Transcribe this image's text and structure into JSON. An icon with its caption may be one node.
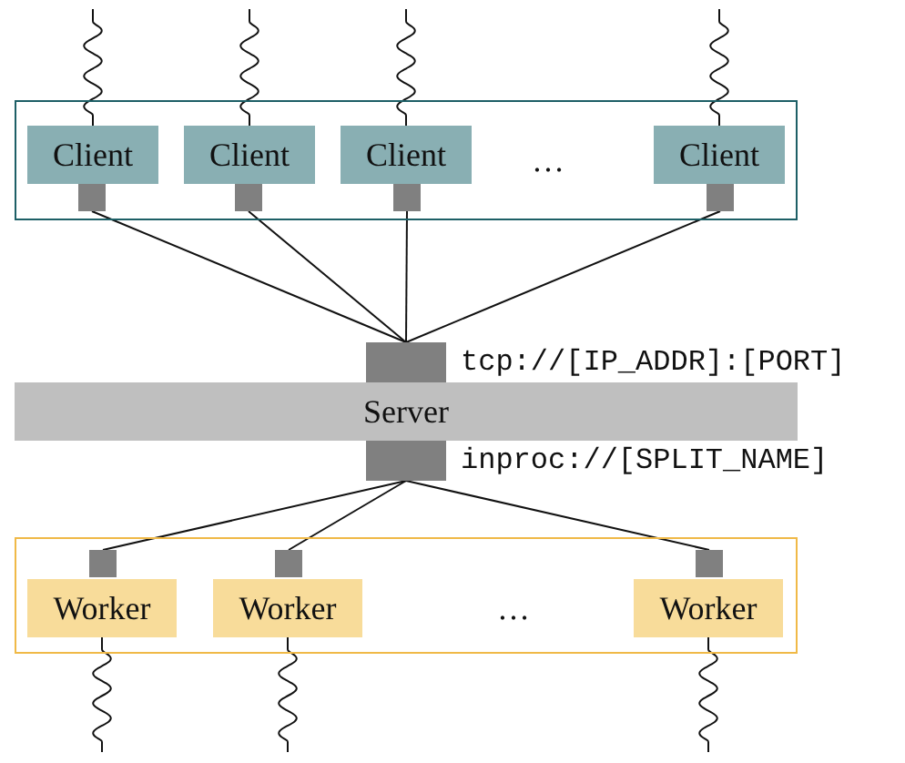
{
  "diagram": {
    "nodes": [
      {
        "text": [],
        "shape": "box"
      },
      {
        "text": [
          "Client"
        ],
        "in": 0
      },
      {
        "text": [
          "Client"
        ],
        "in": 0
      },
      {
        "text": [
          "Client"
        ],
        "in": 0
      },
      {
        "text": [
          "Client"
        ],
        "in": 0
      },
      {
        "text": [],
        "shape": "box",
        "in": 0
      },
      {
        "text": [],
        "shape": "box",
        "in": 0
      },
      {
        "text": [],
        "shape": "box",
        "in": 0
      },
      {
        "text": [],
        "shape": "box",
        "in": 0
      },
      {
        "text": [],
        "shape": "box",
        "beside": [
          "tcp://[IP_ADDR]:[PORT]"
        ]
      },
      {
        "text": [
          "Server"
        ]
      },
      {
        "text": [],
        "shape": "box",
        "beside": [
          "inproc://[SPLIT_NAME]"
        ]
      },
      {
        "text": [],
        "shape": "box"
      },
      {
        "text": [],
        "shape": "box",
        "in": 12
      },
      {
        "text": [],
        "shape": "box",
        "in": 12
      },
      {
        "text": [],
        "shape": "box",
        "in": 12
      },
      {
        "text": [
          "Worker"
        ],
        "in": 12
      },
      {
        "text": [
          "Worker"
        ],
        "in": 12
      },
      {
        "text": [
          "Worker"
        ],
        "in": 12
      }
    ],
    "edges": [
      {
        "from": null,
        "to": 1,
        "arrow": "none"
      },
      {
        "from": null,
        "to": 2,
        "arrow": "none"
      },
      {
        "from": null,
        "to": 3,
        "arrow": "none"
      },
      {
        "from": null,
        "to": 4,
        "arrow": "none"
      },
      {
        "from": 5,
        "to": 9,
        "arrow": "none"
      },
      {
        "from": 6,
        "to": 9,
        "arrow": "none"
      },
      {
        "from": 7,
        "to": 9,
        "arrow": "none"
      },
      {
        "from": 8,
        "to": 9,
        "arrow": "none"
      },
      {
        "from": 11,
        "to": 13,
        "arrow": "none"
      },
      {
        "from": 11,
        "to": 14,
        "arrow": "none"
      },
      {
        "from": 11,
        "to": 15,
        "arrow": "none"
      },
      {
        "from": 16,
        "to": null,
        "arrow": "none"
      },
      {
        "from": 17,
        "to": null,
        "arrow": "none"
      },
      {
        "from": 18,
        "to": null,
        "arrow": "none"
      }
    ],
    "labels": [
      "…",
      "…"
    ]
  }
}
